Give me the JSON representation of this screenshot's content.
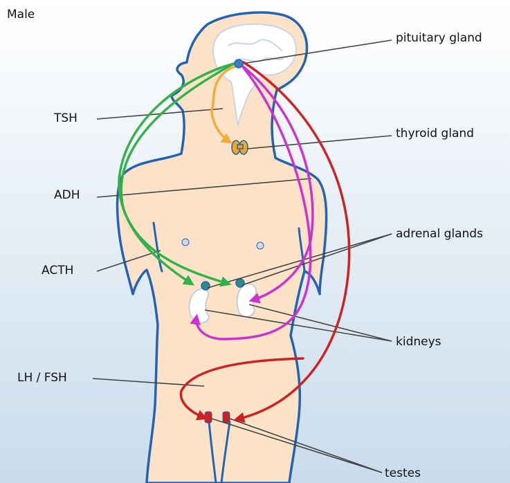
{
  "title": "Male",
  "labels": {
    "pituitary": "pituitary gland",
    "thyroid": "thyroid gland",
    "adrenal": "adrenal glands",
    "kidneys": "kidneys",
    "testes": "testes",
    "tsh": "TSH",
    "adh": "ADH",
    "acth": "ACTH",
    "lhfsh": "LH / FSH"
  },
  "colors": {
    "background_top": "#FFFFFF",
    "background_bottom": "#C9DCEC",
    "body_fill": "#FCE3C8",
    "body_outline": "#2263B3",
    "brain_fill": "#FFFFFF",
    "tsh_arrow": "#F6AA3A",
    "acth_arrow": "#33B24A",
    "adh_arrow": "#CC33CC",
    "lhfsh_arrow": "#CC2222",
    "leader_line": "#444444"
  }
}
